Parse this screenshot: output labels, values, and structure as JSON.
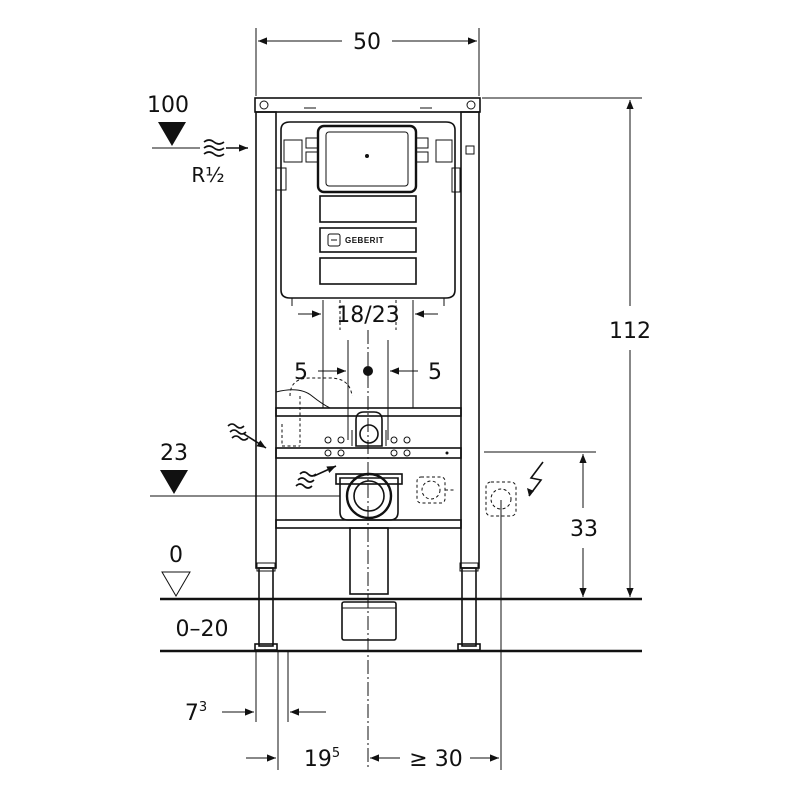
{
  "dimensions": {
    "width": "50",
    "height_total": "112",
    "supply_height": "100",
    "supply_thread": "R½",
    "flush_plate_spacing": "18/23",
    "offset_left": "5",
    "offset_right": "5",
    "drain_height": "23",
    "power_height": "33",
    "floor_level": "0",
    "floor_adjust": "0–20",
    "foot_offset_base": "7",
    "foot_offset_sup": "3",
    "axis_offset_base": "19",
    "axis_offset_sup": "5",
    "power_offset": "≥ 30"
  },
  "brand": {
    "logo_text": "GEBERIT"
  },
  "colors": {
    "line": "#111111",
    "background": "#ffffff"
  }
}
